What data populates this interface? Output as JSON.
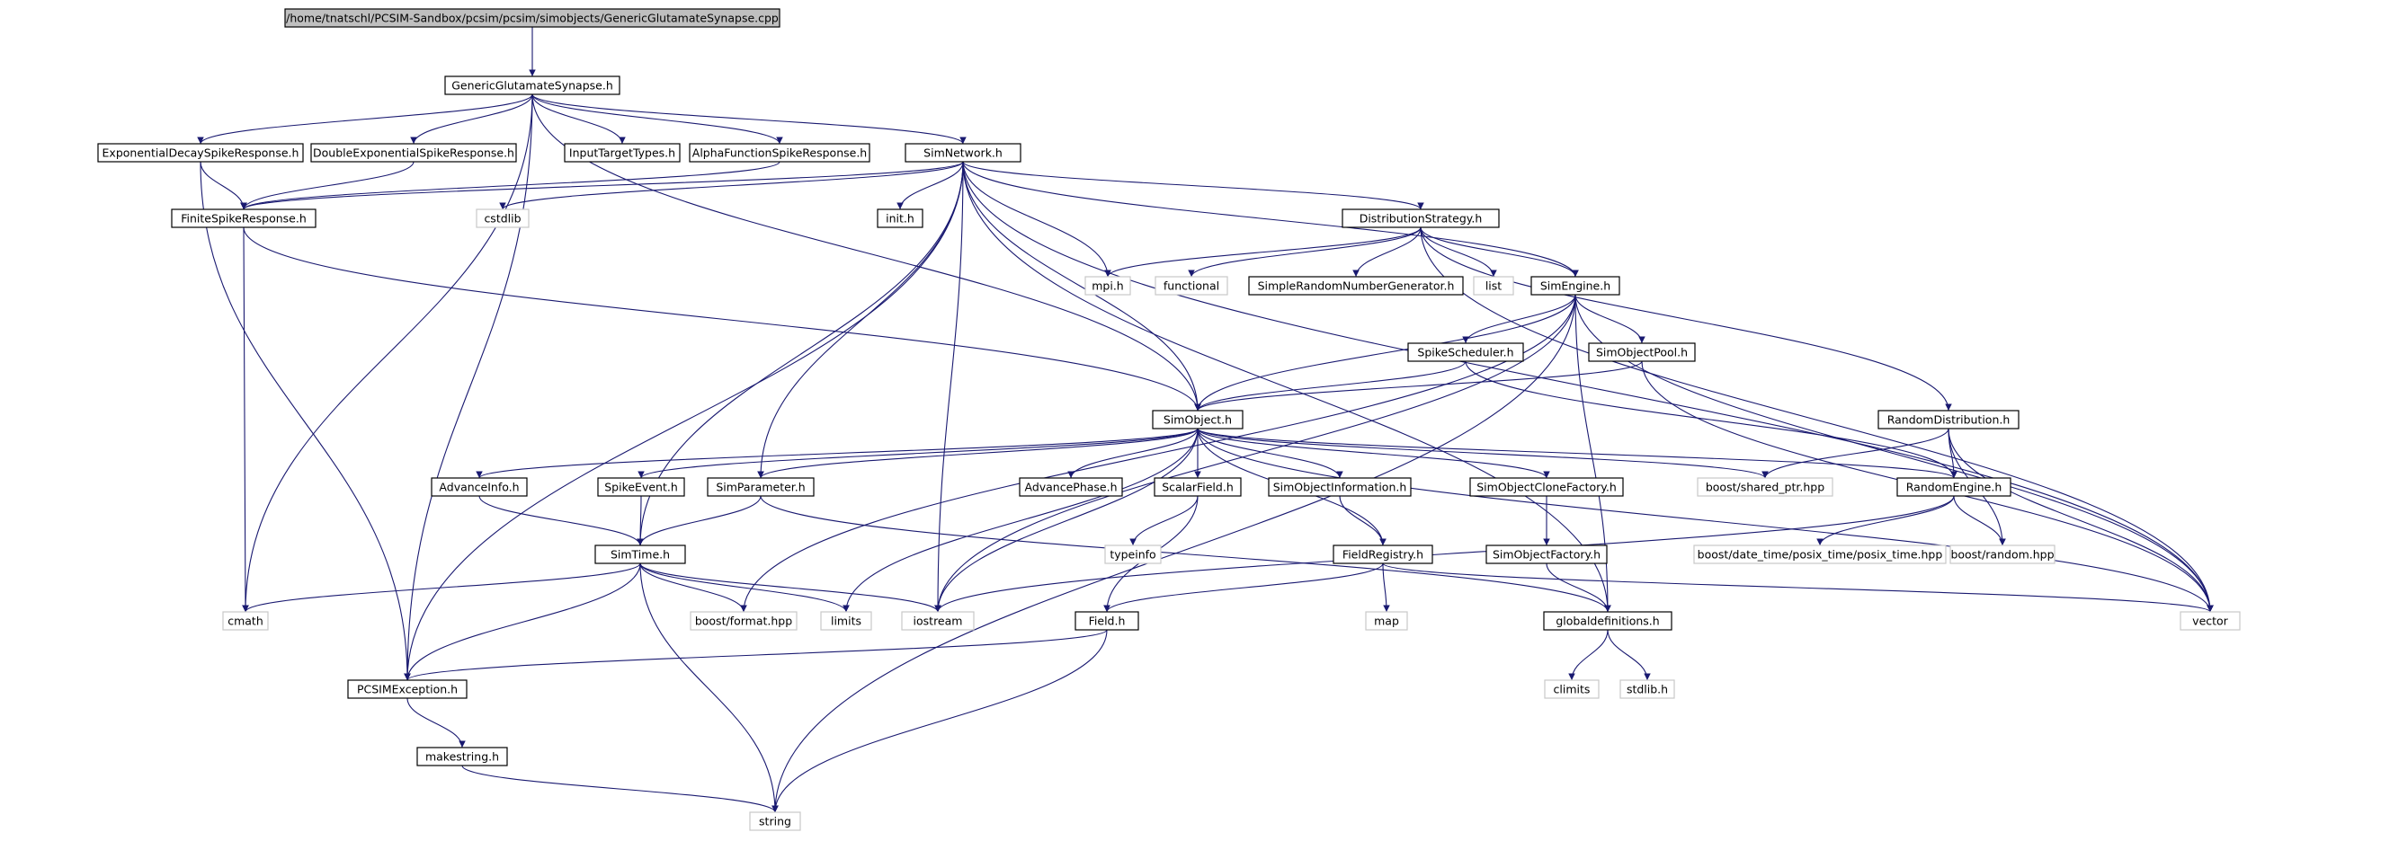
{
  "graph": {
    "edge_color": "#191970",
    "nodes": [
      {
        "id": "root",
        "label": "/home/tnatschl/PCSIM-Sandbox/pcsim/pcsim/simobjects/GenericGlutamateSynapse.cpp",
        "style": "root"
      },
      {
        "id": "ggs",
        "label": "GenericGlutamateSynapse.h",
        "style": "normal"
      },
      {
        "id": "exp",
        "label": "ExponentialDecaySpikeResponse.h",
        "style": "normal"
      },
      {
        "id": "dexp",
        "label": "DoubleExponentialSpikeResponse.h",
        "style": "normal"
      },
      {
        "id": "itt",
        "label": "InputTargetTypes.h",
        "style": "normal"
      },
      {
        "id": "alpha",
        "label": "AlphaFunctionSpikeResponse.h",
        "style": "normal"
      },
      {
        "id": "simnet",
        "label": "SimNetwork.h",
        "style": "normal"
      },
      {
        "id": "finite",
        "label": "FiniteSpikeResponse.h",
        "style": "normal"
      },
      {
        "id": "cstdlib",
        "label": "cstdlib",
        "style": "external"
      },
      {
        "id": "init",
        "label": "init.h",
        "style": "normal"
      },
      {
        "id": "diststrat",
        "label": "DistributionStrategy.h",
        "style": "normal"
      },
      {
        "id": "mpi",
        "label": "mpi.h",
        "style": "external"
      },
      {
        "id": "functional",
        "label": "functional",
        "style": "external"
      },
      {
        "id": "srng",
        "label": "SimpleRandomNumberGenerator.h",
        "style": "normal"
      },
      {
        "id": "list",
        "label": "list",
        "style": "external"
      },
      {
        "id": "simengine",
        "label": "SimEngine.h",
        "style": "normal"
      },
      {
        "id": "spikesched",
        "label": "SpikeScheduler.h",
        "style": "normal"
      },
      {
        "id": "simobjpool",
        "label": "SimObjectPool.h",
        "style": "normal"
      },
      {
        "id": "simobject",
        "label": "SimObject.h",
        "style": "normal"
      },
      {
        "id": "randdist",
        "label": "RandomDistribution.h",
        "style": "normal"
      },
      {
        "id": "advinfo",
        "label": "AdvanceInfo.h",
        "style": "normal"
      },
      {
        "id": "spikeevent",
        "label": "SpikeEvent.h",
        "style": "normal"
      },
      {
        "id": "simparam",
        "label": "SimParameter.h",
        "style": "normal"
      },
      {
        "id": "advphase",
        "label": "AdvancePhase.h",
        "style": "normal"
      },
      {
        "id": "scalarfield",
        "label": "ScalarField.h",
        "style": "normal"
      },
      {
        "id": "simobjinfo",
        "label": "SimObjectInformation.h",
        "style": "normal"
      },
      {
        "id": "simobjclone",
        "label": "SimObjectCloneFactory.h",
        "style": "normal"
      },
      {
        "id": "sharedptr",
        "label": "boost/shared_ptr.hpp",
        "style": "external"
      },
      {
        "id": "randengine",
        "label": "RandomEngine.h",
        "style": "normal"
      },
      {
        "id": "typeinfo",
        "label": "typeinfo",
        "style": "external"
      },
      {
        "id": "fieldreg",
        "label": "FieldRegistry.h",
        "style": "normal"
      },
      {
        "id": "simobjfactory",
        "label": "SimObjectFactory.h",
        "style": "normal"
      },
      {
        "id": "posixtime",
        "label": "boost/date_time/posix_time/posix_time.hpp",
        "style": "external"
      },
      {
        "id": "boostrandom",
        "label": "boost/random.hpp",
        "style": "external"
      },
      {
        "id": "simtime",
        "label": "SimTime.h",
        "style": "normal"
      },
      {
        "id": "cmath",
        "label": "cmath",
        "style": "external"
      },
      {
        "id": "boostformat",
        "label": "boost/format.hpp",
        "style": "external"
      },
      {
        "id": "limits",
        "label": "limits",
        "style": "external"
      },
      {
        "id": "iostream",
        "label": "iostream",
        "style": "external"
      },
      {
        "id": "map",
        "label": "map",
        "style": "external"
      },
      {
        "id": "globaldefs",
        "label": "globaldefinitions.h",
        "style": "normal"
      },
      {
        "id": "vector",
        "label": "vector",
        "style": "external"
      },
      {
        "id": "field",
        "label": "Field.h",
        "style": "normal"
      },
      {
        "id": "pcsimexc",
        "label": "PCSIMException.h",
        "style": "normal"
      },
      {
        "id": "climits",
        "label": "climits",
        "style": "external"
      },
      {
        "id": "stdlib",
        "label": "stdlib.h",
        "style": "external"
      },
      {
        "id": "makestring",
        "label": "makestring.h",
        "style": "normal"
      },
      {
        "id": "string",
        "label": "string",
        "style": "external"
      }
    ],
    "edges": [
      [
        "root",
        "ggs"
      ],
      [
        "ggs",
        "exp"
      ],
      [
        "ggs",
        "dexp"
      ],
      [
        "ggs",
        "itt"
      ],
      [
        "ggs",
        "alpha"
      ],
      [
        "ggs",
        "simnet"
      ],
      [
        "ggs",
        "simobject"
      ],
      [
        "ggs",
        "cmath"
      ],
      [
        "ggs",
        "pcsimexc"
      ],
      [
        "exp",
        "finite"
      ],
      [
        "exp",
        "pcsimexc"
      ],
      [
        "dexp",
        "finite"
      ],
      [
        "alpha",
        "finite"
      ],
      [
        "simnet",
        "finite"
      ],
      [
        "simnet",
        "cstdlib"
      ],
      [
        "simnet",
        "init"
      ],
      [
        "simnet",
        "diststrat"
      ],
      [
        "simnet",
        "mpi"
      ],
      [
        "simnet",
        "simengine"
      ],
      [
        "simnet",
        "simobject"
      ],
      [
        "simnet",
        "simparam"
      ],
      [
        "simnet",
        "simtime"
      ],
      [
        "simnet",
        "iostream"
      ],
      [
        "simnet",
        "pcsimexc"
      ],
      [
        "simnet",
        "vector"
      ],
      [
        "simnet",
        "globaldefs"
      ],
      [
        "finite",
        "simobject"
      ],
      [
        "finite",
        "cmath"
      ],
      [
        "diststrat",
        "mpi"
      ],
      [
        "diststrat",
        "functional"
      ],
      [
        "diststrat",
        "srng"
      ],
      [
        "diststrat",
        "list"
      ],
      [
        "diststrat",
        "simengine"
      ],
      [
        "diststrat",
        "randdist"
      ],
      [
        "diststrat",
        "vector"
      ],
      [
        "simengine",
        "spikesched"
      ],
      [
        "simengine",
        "simobjpool"
      ],
      [
        "simengine",
        "simobject"
      ],
      [
        "simengine",
        "iostream"
      ],
      [
        "simengine",
        "boostformat"
      ],
      [
        "simengine",
        "globaldefs"
      ],
      [
        "simengine",
        "vector"
      ],
      [
        "simengine",
        "string"
      ],
      [
        "spikesched",
        "simobject"
      ],
      [
        "spikesched",
        "randengine"
      ],
      [
        "simobjpool",
        "simobject"
      ],
      [
        "simobjpool",
        "vector"
      ],
      [
        "simobject",
        "advinfo"
      ],
      [
        "simobject",
        "spikeevent"
      ],
      [
        "simobject",
        "simparam"
      ],
      [
        "simobject",
        "advphase"
      ],
      [
        "simobject",
        "scalarfield"
      ],
      [
        "simobject",
        "simobjinfo"
      ],
      [
        "simobject",
        "simobjclone"
      ],
      [
        "simobject",
        "sharedptr"
      ],
      [
        "simobject",
        "randengine"
      ],
      [
        "simobject",
        "fieldreg"
      ],
      [
        "simobject",
        "limits"
      ],
      [
        "simobject",
        "iostream"
      ],
      [
        "simobject",
        "vector"
      ],
      [
        "randdist",
        "sharedptr"
      ],
      [
        "randdist",
        "randengine"
      ],
      [
        "randdist",
        "boostrandom"
      ],
      [
        "randdist",
        "vector"
      ],
      [
        "randengine",
        "posixtime"
      ],
      [
        "randengine",
        "boostrandom"
      ],
      [
        "randengine",
        "iostream"
      ],
      [
        "advinfo",
        "simtime"
      ],
      [
        "spikeevent",
        "simtime"
      ],
      [
        "simparam",
        "simtime"
      ],
      [
        "simparam",
        "globaldefs"
      ],
      [
        "scalarfield",
        "typeinfo"
      ],
      [
        "scalarfield",
        "field"
      ],
      [
        "simobjinfo",
        "fieldreg"
      ],
      [
        "simobjclone",
        "simobjfactory"
      ],
      [
        "simobjfactory",
        "globaldefs"
      ],
      [
        "fieldreg",
        "field"
      ],
      [
        "fieldreg",
        "map"
      ],
      [
        "fieldreg",
        "vector"
      ],
      [
        "simtime",
        "cmath"
      ],
      [
        "simtime",
        "boostformat"
      ],
      [
        "simtime",
        "limits"
      ],
      [
        "simtime",
        "iostream"
      ],
      [
        "simtime",
        "pcsimexc"
      ],
      [
        "simtime",
        "string"
      ],
      [
        "globaldefs",
        "climits"
      ],
      [
        "globaldefs",
        "stdlib"
      ],
      [
        "field",
        "pcsimexc"
      ],
      [
        "field",
        "string"
      ],
      [
        "pcsimexc",
        "makestring"
      ],
      [
        "makestring",
        "string"
      ]
    ]
  }
}
